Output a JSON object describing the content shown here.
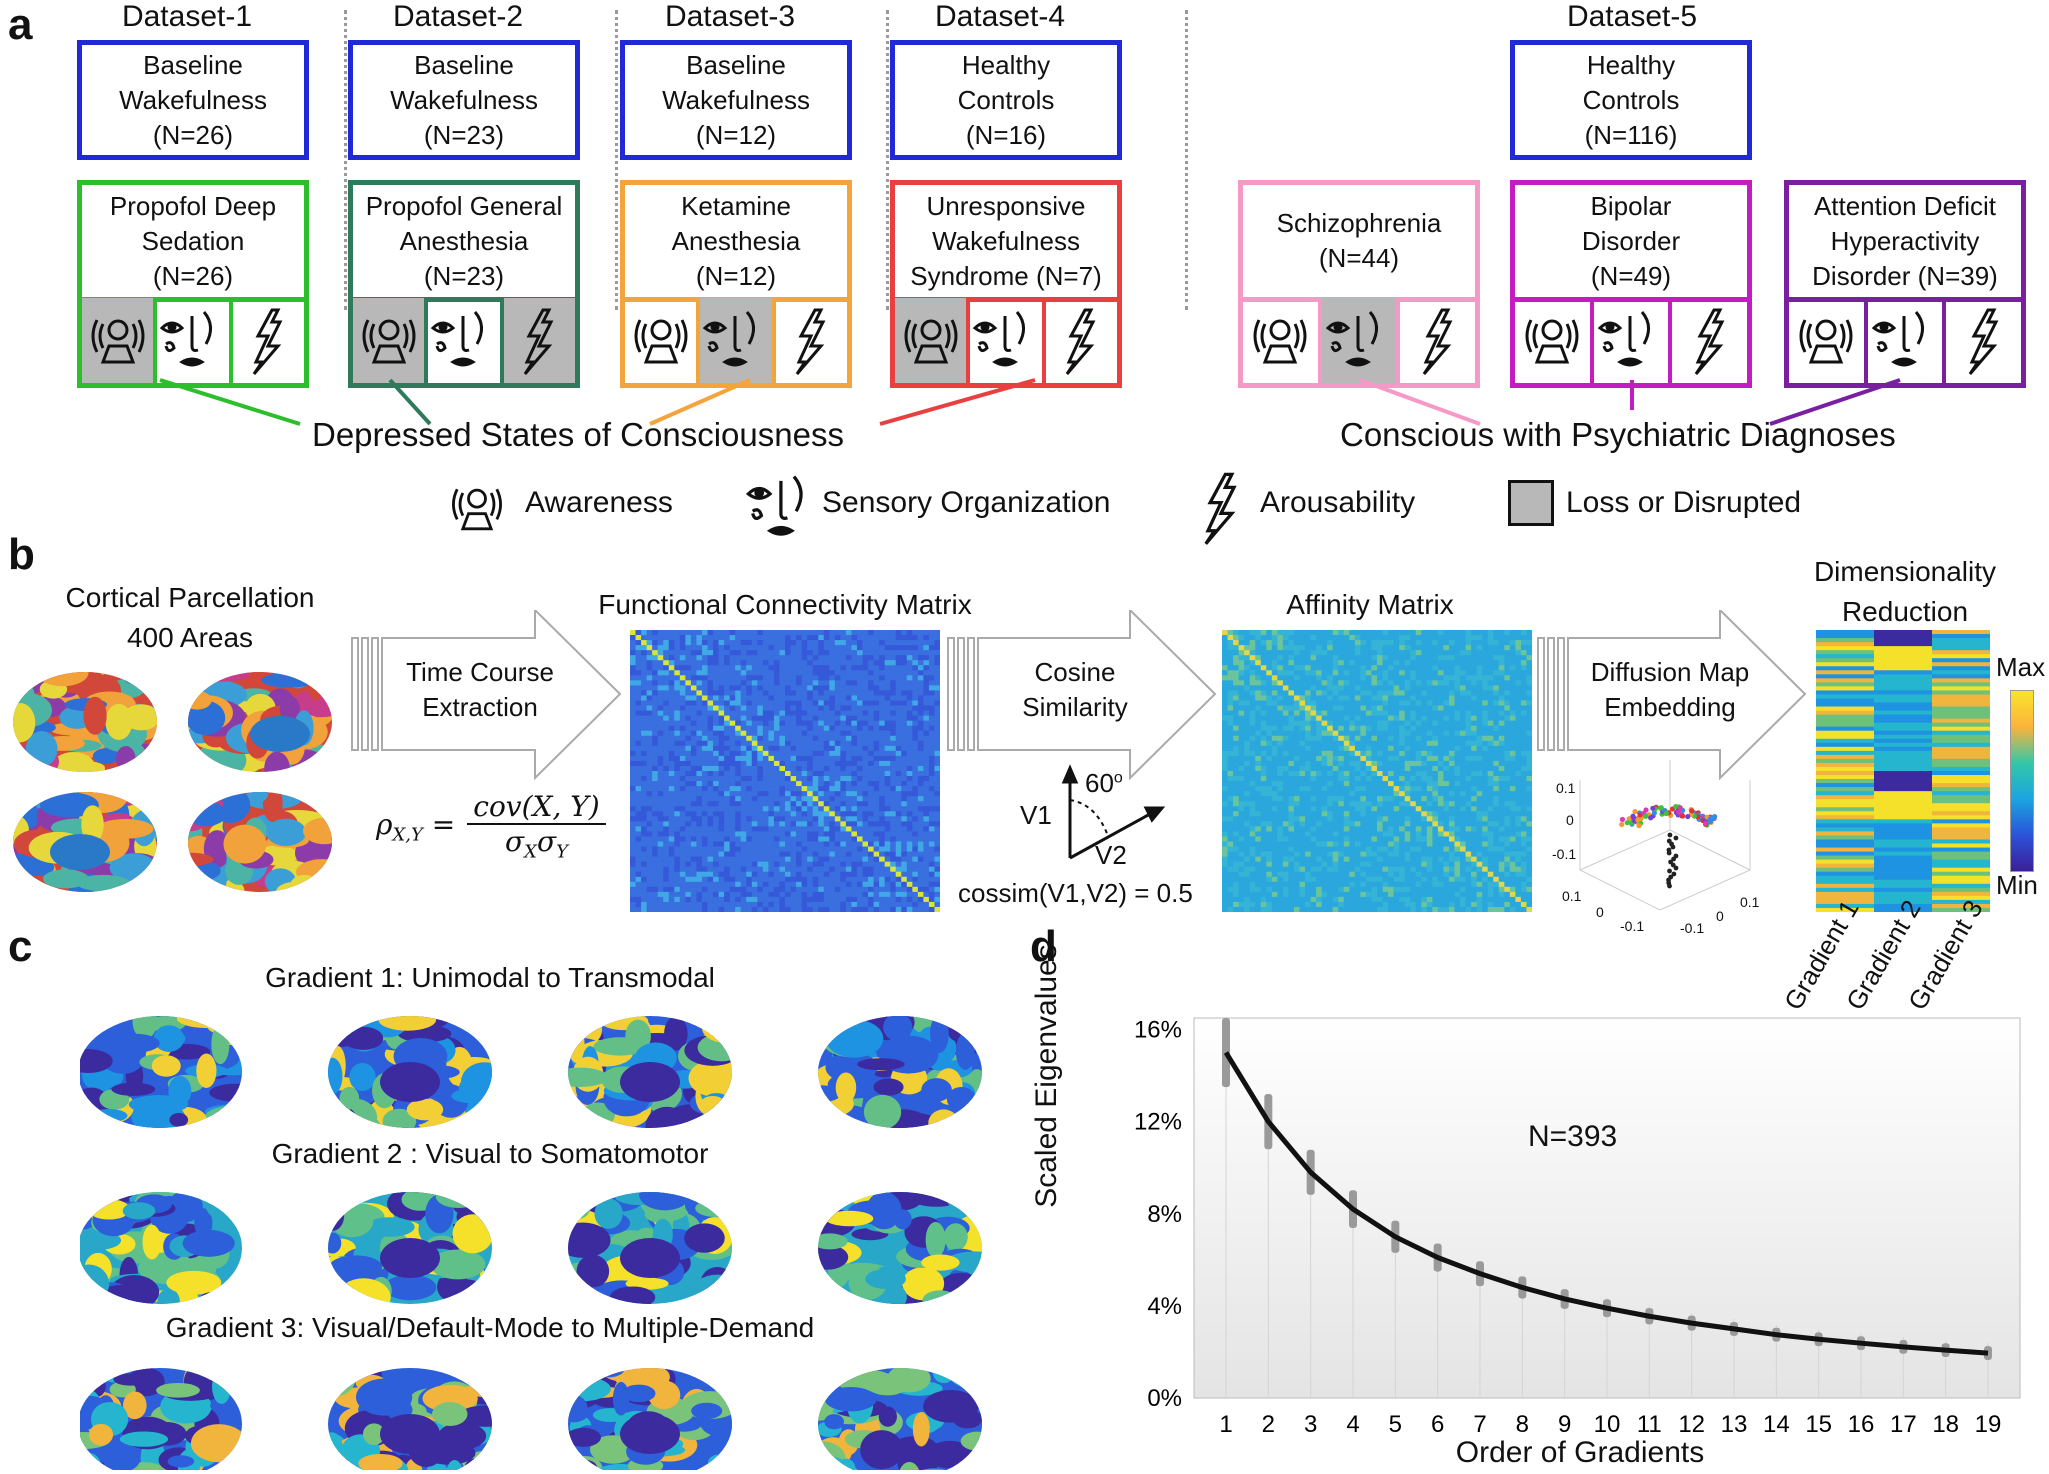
{
  "panel_a": {
    "letter": "a",
    "datasets": [
      {
        "title": "Dataset-1",
        "top": {
          "label": "Baseline\nWakefulness\n(N=26)",
          "color": "#1f2ad6"
        },
        "bottom": {
          "label": "Propofol Deep\nSedation\n(N=26)",
          "color": "#2cbf2c"
        },
        "lost": [
          true,
          false,
          false
        ]
      },
      {
        "title": "Dataset-2",
        "top": {
          "label": "Baseline\nWakefulness\n(N=23)",
          "color": "#1f2ad6"
        },
        "bottom": {
          "label": "Propofol General\nAnesthesia\n(N=23)",
          "color": "#2e7a5a"
        },
        "lost": [
          true,
          false,
          true
        ]
      },
      {
        "title": "Dataset-3",
        "top": {
          "label": "Baseline\nWakefulness\n(N=12)",
          "color": "#1f2ad6"
        },
        "bottom": {
          "label": "Ketamine\nAnesthesia\n(N=12)",
          "color": "#f4a43c"
        },
        "lost": [
          false,
          true,
          false
        ]
      },
      {
        "title": "Dataset-4",
        "top": {
          "label": "Healthy\nControls\n(N=16)",
          "color": "#1f2ad6"
        },
        "bottom": {
          "label": "Unresponsive\nWakefulness\nSyndrome (N=7)",
          "color": "#e84040"
        },
        "lost": [
          true,
          false,
          false
        ]
      }
    ],
    "dataset5": {
      "title": "Dataset-5",
      "top": {
        "label": "Healthy\nControls\n(N=116)",
        "color": "#1f2ad6"
      },
      "bottoms": [
        {
          "label": "Schizophrenia\n(N=44)",
          "color": "#f59ac6",
          "lost": [
            false,
            true,
            false
          ]
        },
        {
          "label": "Bipolar\nDisorder\n(N=49)",
          "color": "#c21cc2",
          "lost": [
            false,
            false,
            false
          ]
        },
        {
          "label": "Attention Deficit\nHyperactivity\nDisorder (N=39)",
          "color": "#7a1fa0",
          "lost": [
            false,
            false,
            false
          ]
        }
      ]
    },
    "group_left": "Depressed States of Consciousness",
    "group_right": "Conscious with Psychiatric Diagnoses",
    "legend": {
      "awareness": "Awareness",
      "sensory": "Sensory Organization",
      "arousability": "Arousability",
      "loss": "Loss or Disrupted"
    }
  },
  "panel_b": {
    "letter": "b",
    "parcellation": "Cortical Parcellation\n400 Areas",
    "fc_title": "Functional Connectivity Matrix",
    "affinity_title": "Affinity Matrix",
    "dr_title": "Dimensionality\nReduction",
    "step1": "Time Course\nExtraction",
    "step2": "Cosine\nSimilarity",
    "step3": "Diffusion Map\nEmbedding",
    "v1": "V1",
    "v2": "V2",
    "angle": "60",
    "cossim": "cossim(V1,V2) = 0.5",
    "colorbar_max": "Max",
    "colorbar_min": "Min",
    "gradients": [
      "Gradient 1",
      "Gradient 2",
      "Gradient 3"
    ],
    "scatter_ticks": {
      "z": [
        "0.1",
        "0",
        "-0.1"
      ],
      "x": [
        "0.1",
        "0",
        "-0.1"
      ],
      "y": [
        "-0.1",
        "0",
        "0.1"
      ]
    }
  },
  "panel_c": {
    "letter": "c",
    "titles": [
      "Gradient 1: Unimodal to Transmodal",
      "Gradient 2 : Visual to Somatomotor",
      "Gradient 3: Visual/Default-Mode to Multiple-Demand"
    ]
  },
  "panel_d": {
    "letter": "d",
    "annotation": "N=393",
    "chart_data": {
      "type": "line",
      "xlabel": "Order of Gradients",
      "ylabel": "Scaled Eigenvalues",
      "x": [
        1,
        2,
        3,
        4,
        5,
        6,
        7,
        8,
        9,
        10,
        11,
        12,
        13,
        14,
        15,
        16,
        17,
        18,
        19
      ],
      "y": [
        15.0,
        12.0,
        9.8,
        8.2,
        7.0,
        6.1,
        5.4,
        4.8,
        4.3,
        3.9,
        3.55,
        3.25,
        3.0,
        2.75,
        2.55,
        2.38,
        2.22,
        2.08,
        1.95
      ],
      "yticks": [
        "0%",
        "4%",
        "8%",
        "12%",
        "16%"
      ],
      "ylim": [
        0,
        16.5
      ],
      "grid": false
    }
  }
}
